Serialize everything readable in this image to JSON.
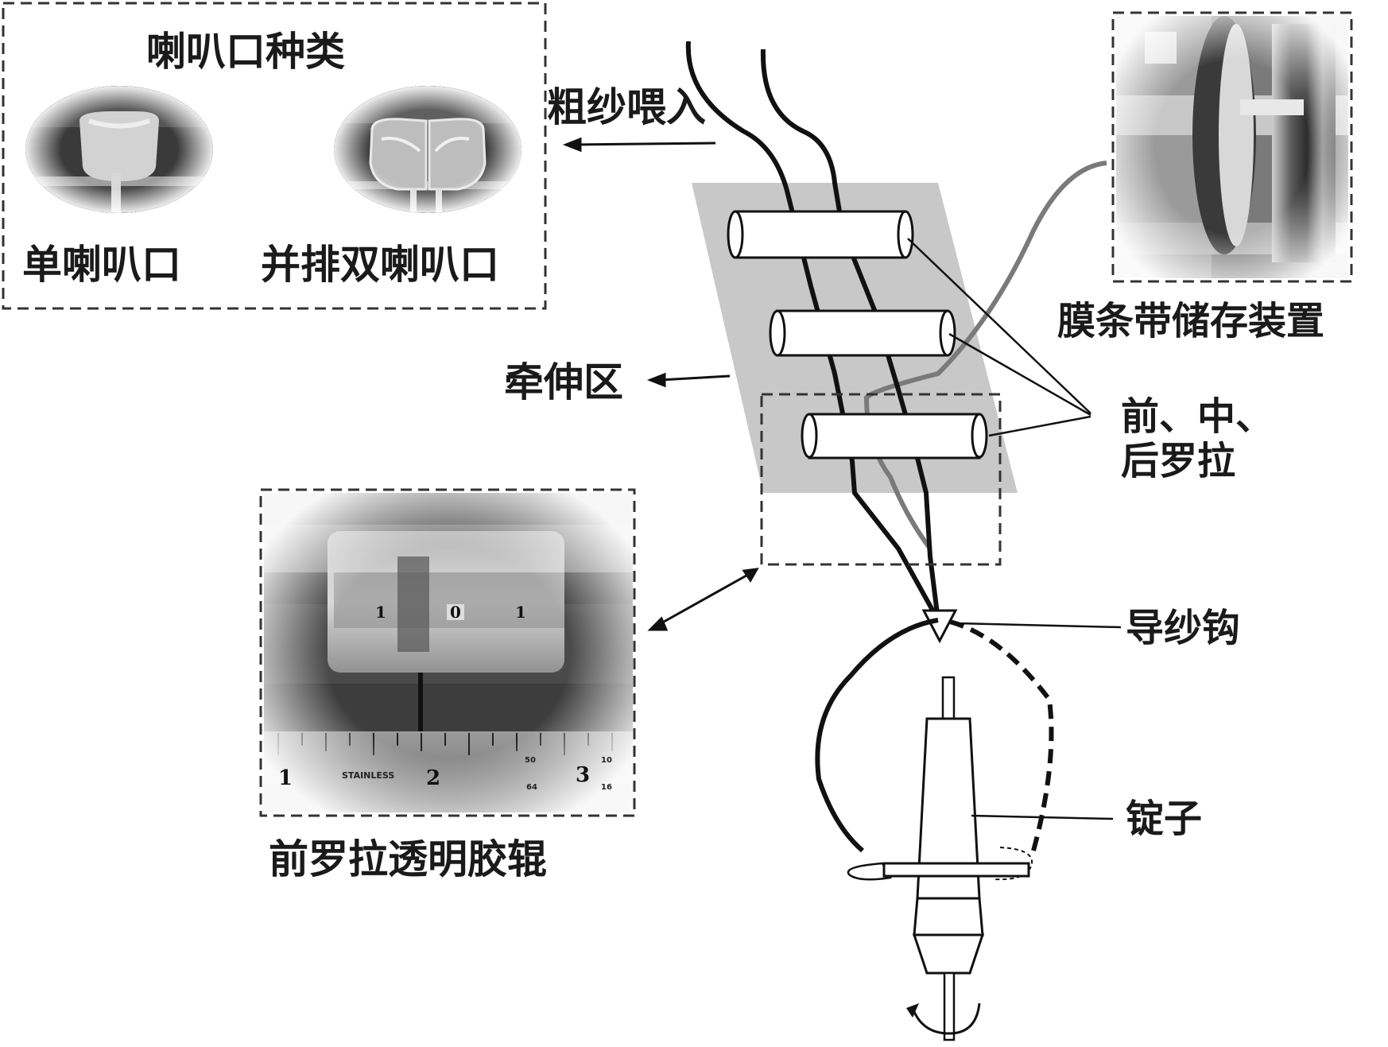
{
  "inset_horn": {
    "title": "喇叭口种类",
    "single_label": "单喇叭口",
    "double_label": "并排双喇叭口"
  },
  "labels": {
    "roving_feed": "粗纱喂入",
    "drafting_zone": "牵伸区",
    "film_storage": "膜条带储存装置",
    "rollers_line1": "前、中、",
    "rollers_line2": "后罗拉",
    "yarn_guide": "导纱钩",
    "spindle": "锭子",
    "front_roller_caption": "前罗拉透明胶辊"
  },
  "ruler": {
    "marks": [
      "1",
      "2",
      "3"
    ],
    "brand": "STAINLESS",
    "small_top": [
      "50",
      "10"
    ],
    "small_bottom": [
      "64",
      "16"
    ]
  },
  "roller_scale": [
    "1",
    "0",
    "1"
  ]
}
